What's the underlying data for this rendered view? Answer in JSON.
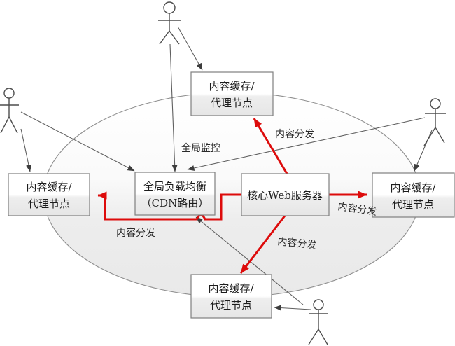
{
  "diagram": {
    "title_hint": "CDN architecture diagram",
    "nodes": {
      "cache_top": {
        "line1": "内容缓存/",
        "line2": "代理节点"
      },
      "cache_left": {
        "line1": "内容缓存/",
        "line2": "代理节点"
      },
      "cache_right": {
        "line1": "内容缓存/",
        "line2": "代理节点"
      },
      "cache_bottom": {
        "line1": "内容缓存/",
        "line2": "代理节点"
      },
      "gslb": {
        "line1": "全局负载均衡",
        "line2": "（CDN路由）"
      },
      "web": {
        "line1": "核心Web服务器"
      }
    },
    "edge_labels": {
      "monitor": "全局监控",
      "dist_top": "内容分发",
      "dist_right": "内容分发",
      "dist_bottom": "内容分发",
      "dist_left": "内容分发"
    },
    "actors": {
      "top": "user-actor",
      "left": "user-actor",
      "right": "user-actor",
      "bottom": "user-actor"
    },
    "colors": {
      "distribution_red": "#dd0b0b",
      "connector_gray": "#5f5f5f",
      "node_border": "#7f7f7f",
      "node_fill_bottom": "#e7e7e7",
      "ellipse_fill_bottom": "#e9e9e9"
    }
  }
}
